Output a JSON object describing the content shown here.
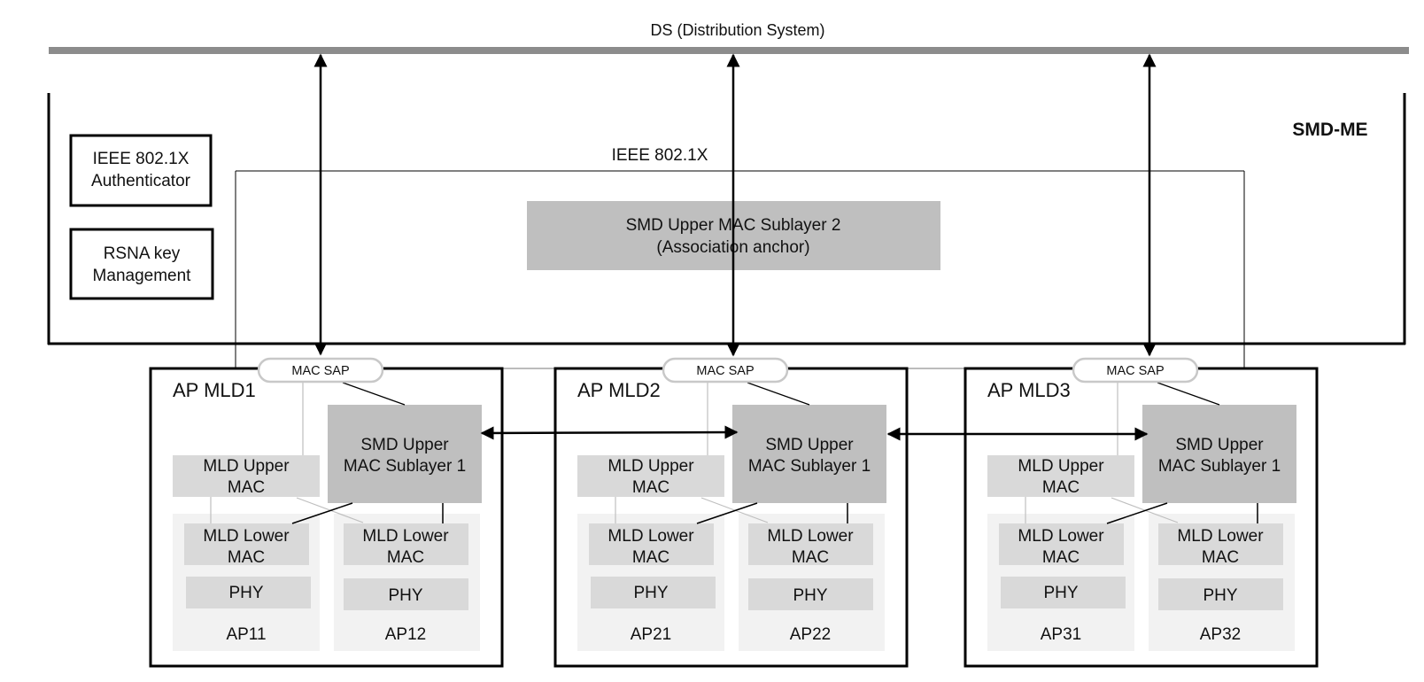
{
  "diagram": {
    "ds_label": "DS (Distribution System)",
    "smd_me_label": "SMD-ME",
    "ieee_8021x_label": "IEEE 802.1X",
    "authenticator": [
      "IEEE 802.1X",
      "Authenticator"
    ],
    "rsna": [
      "RSNA key",
      "Management"
    ],
    "smd_upper_mac_2": [
      "SMD Upper MAC Sublayer 2",
      "(Association anchor)"
    ],
    "colors": {
      "ds_bar": "#8c8c8c",
      "smd_sublayer": "#bfbfbf",
      "mld_upper_mac": "#d9d9d9",
      "ap_column": "#f2f2f2",
      "lower_mac_phy": "#d9d9d9",
      "sap_border": "#c8c8c8"
    },
    "ap_mlds": [
      {
        "title": "AP MLD1",
        "mac_sap": "MAC SAP",
        "smd_upper": [
          "SMD Upper",
          "MAC Sublayer 1"
        ],
        "mld_upper": [
          "MLD  Upper",
          "MAC"
        ],
        "aps": [
          {
            "name": "AP11",
            "lower_mac": [
              "MLD Lower",
              "MAC"
            ],
            "phy": "PHY"
          },
          {
            "name": "AP12",
            "lower_mac": [
              "MLD Lower",
              "MAC"
            ],
            "phy": "PHY"
          }
        ]
      },
      {
        "title": "AP MLD2",
        "mac_sap": "MAC SAP",
        "smd_upper": [
          "SMD Upper",
          "MAC Sublayer 1"
        ],
        "mld_upper": [
          "MLD  Upper",
          "MAC"
        ],
        "aps": [
          {
            "name": "AP21",
            "lower_mac": [
              "MLD Lower",
              "MAC"
            ],
            "phy": "PHY"
          },
          {
            "name": "AP22",
            "lower_mac": [
              "MLD Lower",
              "MAC"
            ],
            "phy": "PHY"
          }
        ]
      },
      {
        "title": "AP MLD3",
        "mac_sap": "MAC SAP",
        "smd_upper": [
          "SMD Upper",
          "MAC Sublayer 1"
        ],
        "mld_upper": [
          "MLD  Upper",
          "MAC"
        ],
        "aps": [
          {
            "name": "AP31",
            "lower_mac": [
              "MLD Lower",
              "MAC"
            ],
            "phy": "PHY"
          },
          {
            "name": "AP32",
            "lower_mac": [
              "MLD Lower",
              "MAC"
            ],
            "phy": "PHY"
          }
        ]
      }
    ]
  }
}
